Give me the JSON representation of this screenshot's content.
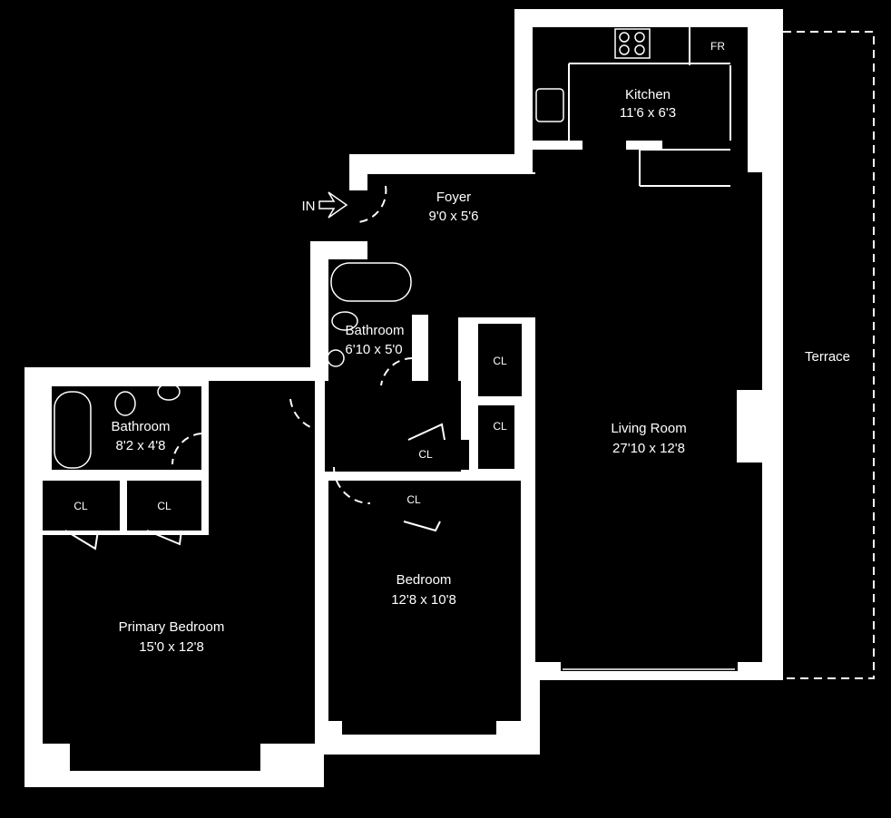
{
  "floorplan": {
    "entry_label": "IN",
    "rooms": [
      {
        "id": "kitchen",
        "name": "Kitchen",
        "dims": "11'6 x 6'3"
      },
      {
        "id": "foyer",
        "name": "Foyer",
        "dims": "9'0 x 5'6"
      },
      {
        "id": "bathroom2",
        "name": "Bathroom",
        "dims": "6'10 x 5'0"
      },
      {
        "id": "bathroom1",
        "name": "Bathroom",
        "dims": "8'2 x 4'8"
      },
      {
        "id": "living",
        "name": "Living Room",
        "dims": "27'10 x 12'8"
      },
      {
        "id": "terrace",
        "name": "Terrace",
        "dims": ""
      },
      {
        "id": "bedroom",
        "name": "Bedroom",
        "dims": "12'8 x 10'8"
      },
      {
        "id": "primary",
        "name": "Primary Bedroom",
        "dims": "15'0 x 12'8"
      }
    ],
    "fixtures": {
      "fridge": "FR",
      "closet": "CL"
    }
  }
}
